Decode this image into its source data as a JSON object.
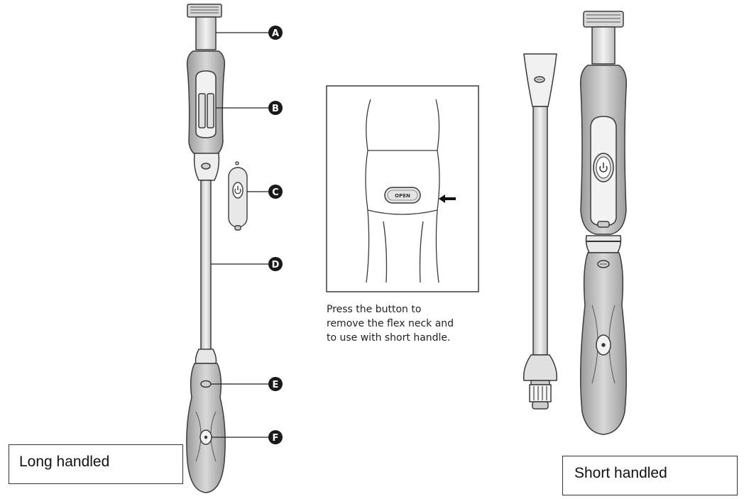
{
  "labels": [
    "A",
    "B",
    "C",
    "D",
    "E",
    "F"
  ],
  "detail_button_text": "OPEN",
  "caption_lines": [
    "Press the button to",
    "remove the flex neck and",
    "to use with short handle."
  ],
  "long_handled_label": "Long handled",
  "short_handled_label": "Short handled",
  "colors": {
    "stroke": "#3a3a3a",
    "body_fill": "#f4f4f4",
    "dark_grey": "#8a8a8a",
    "badge": "#1a1a1a"
  },
  "icons": [
    "power-icon",
    "arrow-left-icon"
  ]
}
